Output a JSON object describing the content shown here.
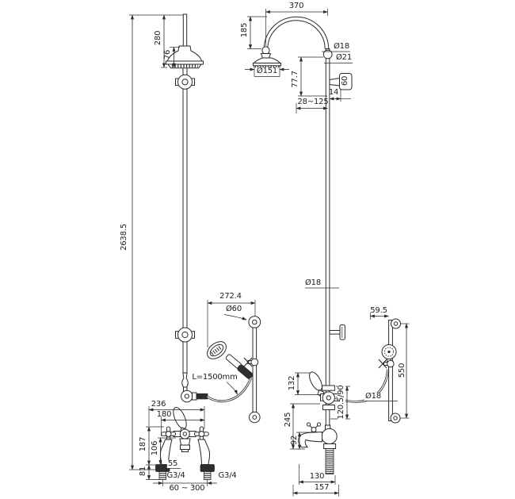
{
  "drawing": {
    "background": "#ffffff",
    "line_color": "#2a2a2a",
    "figures": {
      "left": {
        "name": "rigid-riser-shower-with-deck-bath-mixer",
        "dims": {
          "head_offset": "280",
          "head_height": "76",
          "total_height": "2638.5",
          "handset_offset": "272.4",
          "bracket_dia": "Ø60",
          "hose_length": "L=1500mm",
          "body_width": "236",
          "handle_centers": "180",
          "body_height": "187",
          "spout_height": "106",
          "deck_height": "81",
          "tail_offset": "55",
          "thread_left": "G3/4",
          "thread_right": "G3/4",
          "inlet_centers": "60 ~ 300"
        }
      },
      "right": {
        "name": "exposed-shower-column-with-spout-and-slide-rail",
        "dims": {
          "arm_reach": "370",
          "arm_height": "185",
          "pipe_dia": "Ø18",
          "joint_dia": "Ø21",
          "head_dia": "Ø151",
          "joint_offset": "77.7",
          "knob_length": "60",
          "knob_stem": "14",
          "wall_distance": "28~125",
          "riser_dia": "Ø18",
          "rail_offset": "59.5",
          "rail_length": "550",
          "lever_height": "132",
          "hose_dia": "Ø18",
          "valve_heights": "120.5/90",
          "spout_total_height": "245",
          "spout_lip_height": "92",
          "spout_reach": "130",
          "overall_reach": "157"
        }
      }
    }
  }
}
